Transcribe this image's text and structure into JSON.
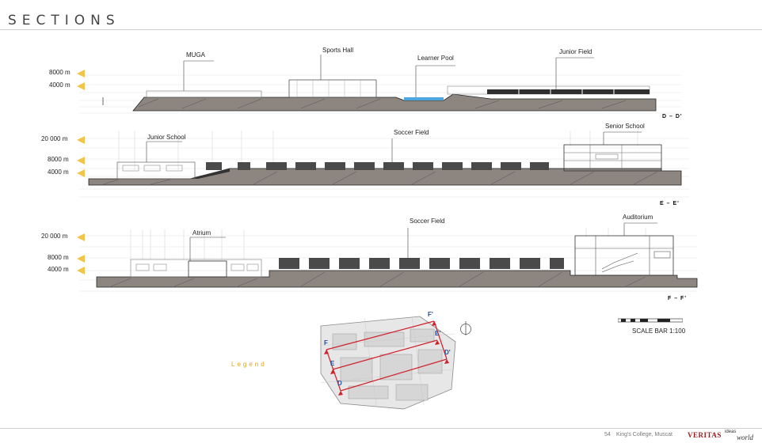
{
  "page": {
    "title": "SECTIONS",
    "legend": "Legend",
    "scale_bar": "SCALE BAR 1:100",
    "footer": {
      "page_number": "54",
      "school": "King's College, Muscat",
      "brand": "VERITAS",
      "partner_top": "ideas",
      "partner_bottom": "world"
    }
  },
  "sections": [
    {
      "code": "D – D'",
      "levels": [
        "8000 m",
        "4000 m"
      ],
      "labels": [
        "MUGA",
        "Sports Hall",
        "Learner Pool",
        "Junior Field"
      ]
    },
    {
      "code": "E – E'",
      "levels": [
        "20 000 m",
        "8000 m",
        "4000 m"
      ],
      "labels": [
        "Junior School",
        "Soccer Field",
        "Senior School"
      ]
    },
    {
      "code": "F – F'",
      "levels": [
        "20 000 m",
        "8000 m",
        "4000 m"
      ],
      "labels": [
        "Atrium",
        "Soccer Field",
        "Auditorium"
      ]
    }
  ],
  "key_plan": {
    "markers": [
      "F",
      "F'",
      "E",
      "E'",
      "D",
      "D'"
    ],
    "line_color": "#d0202a",
    "marker_color": "#1f4e9e"
  },
  "colors": {
    "level_arrow": "#f3c44a",
    "ground": "#8c8580",
    "legend": "#e0a21c"
  }
}
